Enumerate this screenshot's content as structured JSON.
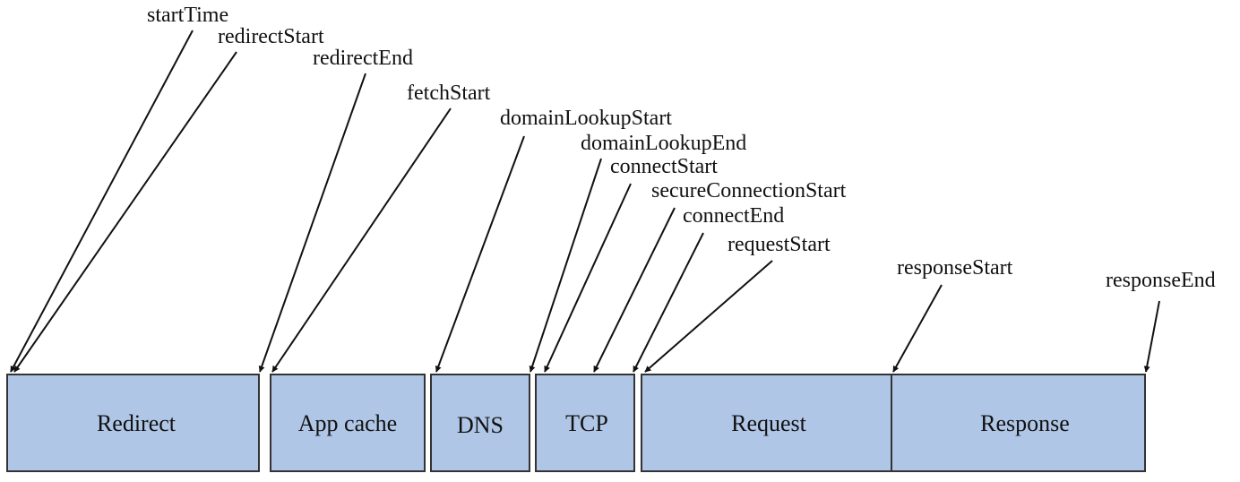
{
  "phases": [
    {
      "id": "redirect",
      "label": "Redirect"
    },
    {
      "id": "app-cache",
      "label": "App cache"
    },
    {
      "id": "dns",
      "label": "DNS"
    },
    {
      "id": "tcp",
      "label": "TCP"
    },
    {
      "id": "request",
      "label": "Request"
    },
    {
      "id": "response",
      "label": "Response"
    }
  ],
  "events": [
    {
      "id": "start-time",
      "label": "startTime"
    },
    {
      "id": "redirect-start",
      "label": "redirectStart"
    },
    {
      "id": "redirect-end",
      "label": "redirectEnd"
    },
    {
      "id": "fetch-start",
      "label": "fetchStart"
    },
    {
      "id": "domain-lookup-start",
      "label": "domainLookupStart"
    },
    {
      "id": "domain-lookup-end",
      "label": "domainLookupEnd"
    },
    {
      "id": "connect-start",
      "label": "connectStart"
    },
    {
      "id": "secure-connection-start",
      "label": "secureConnectionStart"
    },
    {
      "id": "connect-end",
      "label": "connectEnd"
    },
    {
      "id": "request-start",
      "label": "requestStart"
    },
    {
      "id": "response-start",
      "label": "responseStart"
    },
    {
      "id": "response-end",
      "label": "responseEnd"
    }
  ],
  "colors": {
    "box_fill": "#b0c6e6",
    "box_stroke": "#333333",
    "line": "#111111"
  }
}
